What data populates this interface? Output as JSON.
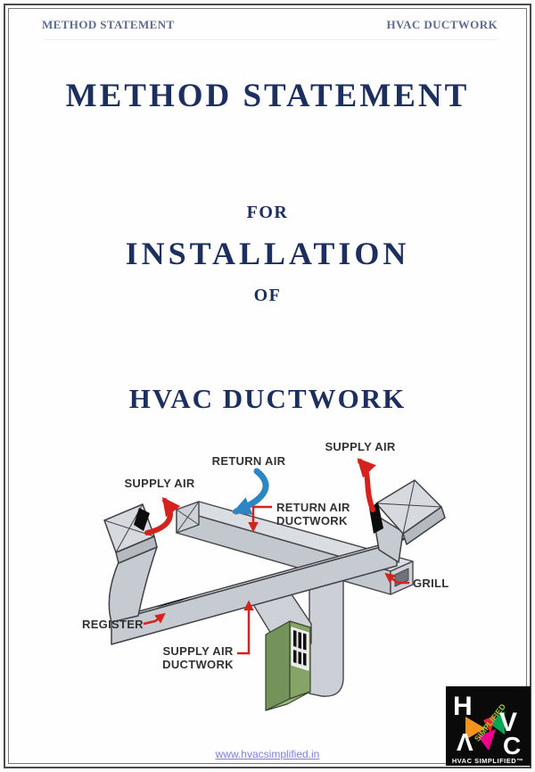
{
  "page": {
    "header": {
      "left": "METHOD STATEMENT",
      "right": "HVAC DUCTWORK"
    },
    "title": "METHOD STATEMENT",
    "subtitle_for": "FOR",
    "subtitle_installation": "INSTALLATION",
    "subtitle_of": "OF",
    "subject": "HVAC DUCTWORK",
    "footer_link": "www.hvacsimplified.in"
  },
  "diagram": {
    "labels": {
      "supply_air_left": "SUPPLY AIR",
      "return_air": "RETURN AIR",
      "supply_air_right": "SUPPLY AIR",
      "return_air_ductwork_line1": "RETURN AIR",
      "return_air_ductwork_line2": "DUCTWORK",
      "grill": "GRILL",
      "register": "REGISTER",
      "supply_air_ductwork_line1": "SUPPLY AIR",
      "supply_air_ductwork_line2": "DUCTWORK"
    },
    "colors": {
      "supply_arrow_red": "#d6221c",
      "return_arrow_blue": "#2d86c4",
      "duct_gray": "#c6cad1",
      "duct_gray_light": "#dde0e5",
      "duct_outline": "#3f4145",
      "furnace_green": "#73935a",
      "label_text": "#333333"
    }
  },
  "logo": {
    "letters": {
      "h": "H",
      "v": "V",
      "a": "Λ",
      "c": "C"
    },
    "ribbon": "SIMPLIFIED",
    "caption": "HVAC SIMPLIFIED™",
    "colors": {
      "orange": "#f7941e",
      "green": "#00a651",
      "magenta": "#ec008c",
      "red": "#e8262d",
      "ribbon_green": "#9bca3e"
    }
  },
  "colors": {
    "title_navy": "#1d2f5f",
    "header_blue_gray": "#5e6c8d",
    "link_purple": "#7e80d8",
    "page_border_gray": "#4b4b4d"
  }
}
